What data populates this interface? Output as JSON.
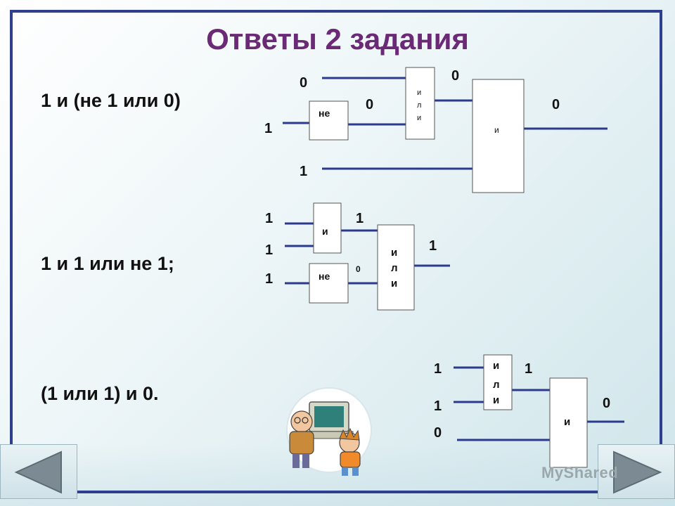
{
  "title": "Ответы 2 задания",
  "expressions": [
    "1 и (не 1 или 0)",
    "1 и 1 или не 1;",
    "(1 или 1) и 0."
  ],
  "circuit1": {
    "not_gate": "не",
    "or_gate": [
      "и",
      "л",
      "и"
    ],
    "and_gate": "и",
    "values": {
      "in_top": "0",
      "in_not": "1",
      "not_out": "0",
      "or_out": "0",
      "and_out": "0",
      "in_bottom": "1"
    }
  },
  "circuit2": {
    "and_gate": "и",
    "not_gate": "не",
    "or_gate": [
      "и",
      "л",
      "и"
    ],
    "values": {
      "in_a": "1",
      "in_b": "1",
      "in_c": "1",
      "and_out": "1",
      "not_out": "0",
      "or_out": "1"
    }
  },
  "circuit3": {
    "or_gate": [
      "и",
      "л",
      "и"
    ],
    "and_gate": "и",
    "values": {
      "in_a": "1",
      "in_b": "1",
      "in_c": "0",
      "or_out": "1",
      "and_out": "0"
    }
  },
  "watermark": "MyShared",
  "colors": {
    "title": "#6b2a75",
    "frame": "#2f3f8f",
    "wire": "#2b3a8e",
    "nav_arrow": "#7b8a93"
  },
  "icons": [
    "left-arrow-icon",
    "right-arrow-icon",
    "teacher-student-clipart-icon"
  ]
}
